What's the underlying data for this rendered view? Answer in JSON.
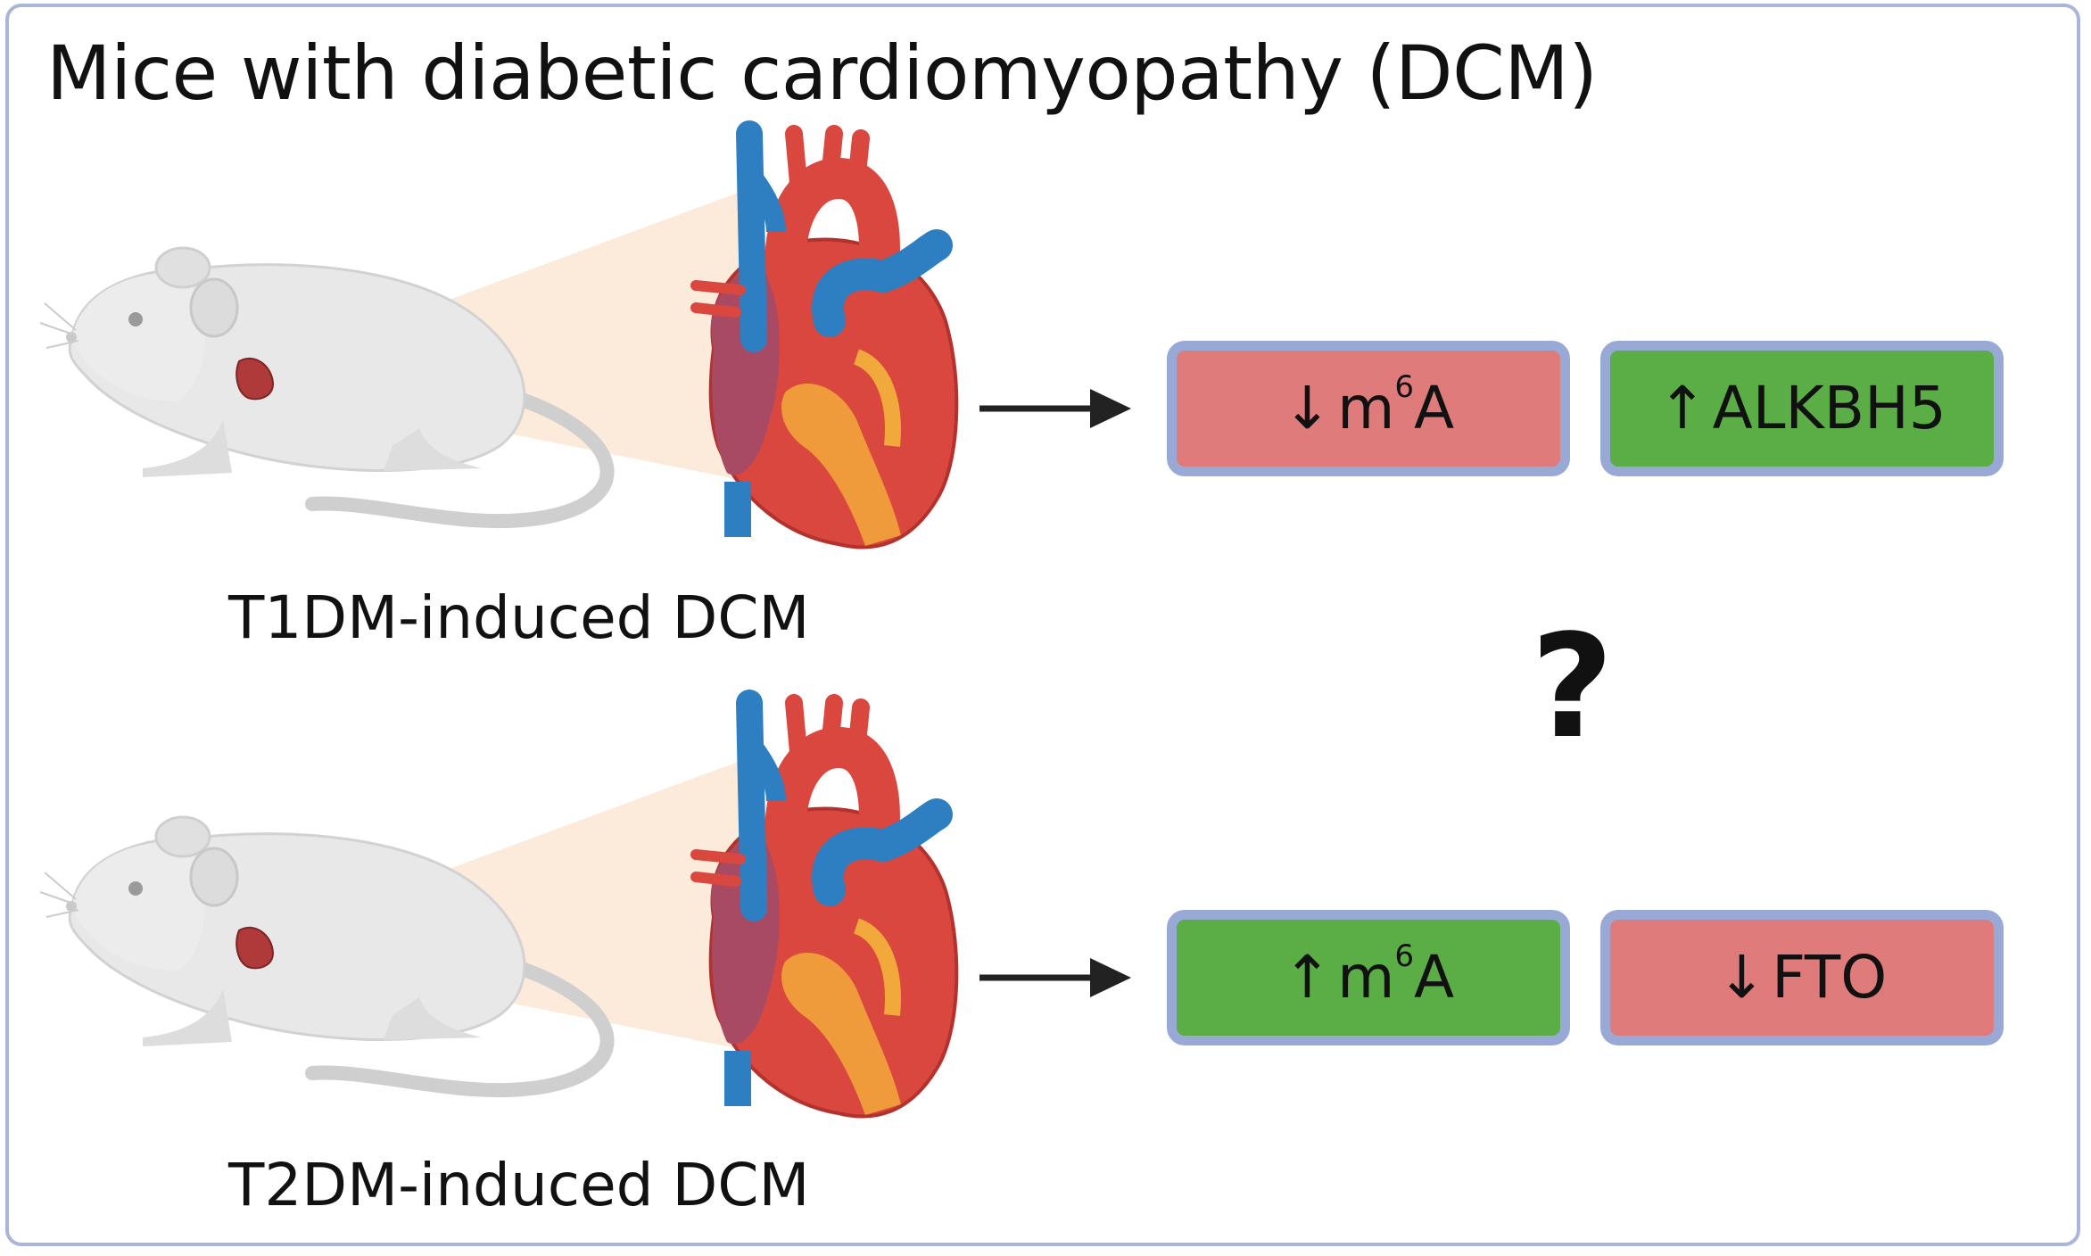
{
  "title": "Mice with diabetic cardiomyopathy (DCM)",
  "panels": [
    {
      "label": "T1DM-induced DCM",
      "results": [
        {
          "arrow": "↓",
          "text": "m",
          "sup": "6",
          "after": "A",
          "direction": "down"
        },
        {
          "arrow": "↑",
          "text": "ALKBH5",
          "sup": "",
          "after": "",
          "direction": "up"
        }
      ]
    },
    {
      "label": "T2DM-induced DCM",
      "results": [
        {
          "arrow": "↑",
          "text": "m",
          "sup": "6",
          "after": "A",
          "direction": "up"
        },
        {
          "arrow": "↓",
          "text": "FTO",
          "sup": "",
          "after": "",
          "direction": "down"
        }
      ]
    }
  ],
  "question_mark": "?",
  "colors": {
    "down_box": "#e07b7b",
    "up_box": "#5aae45",
    "box_border": "#98a9d6",
    "frame_border": "#a9b6d8",
    "heart_red": "#d9473f",
    "vessel_blue": "#2d7fc1",
    "mouse_grey": "#e6e6e6"
  },
  "icons": [
    "mouse-icon",
    "heart-icon",
    "arrow-right-icon"
  ]
}
